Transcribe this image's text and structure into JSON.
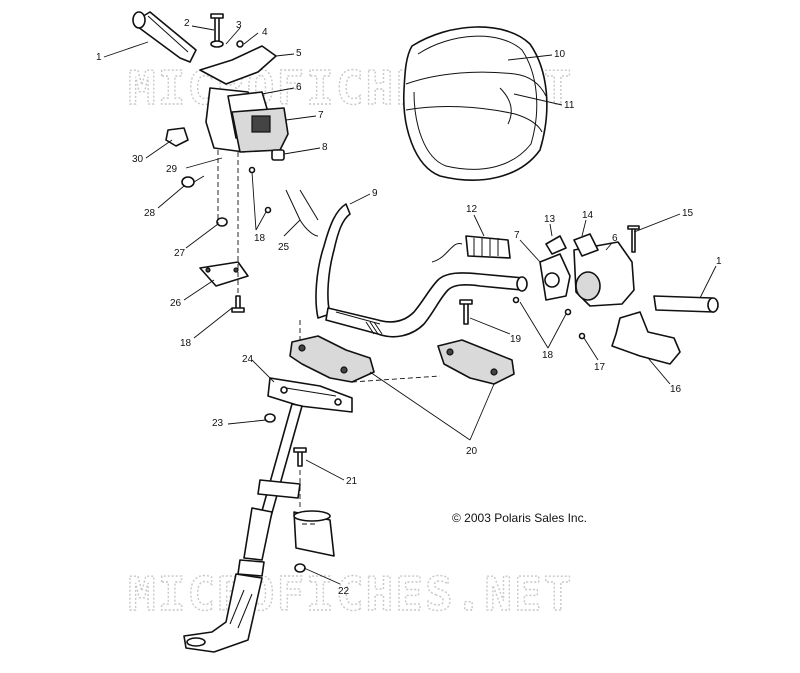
{
  "watermark": {
    "text_top": "MICROFICHES.NET",
    "text_bottom": "MICROFICHES.NET",
    "color": "#c8c8c8"
  },
  "copyright": "© 2003 Polaris Sales Inc.",
  "callouts": {
    "c1_left": "1",
    "c2": "2",
    "c3": "3",
    "c4": "4",
    "c5": "5",
    "c6_left": "6",
    "c7_left": "7",
    "c8": "8",
    "c9": "9",
    "c10": "10",
    "c11": "11",
    "c12": "12",
    "c13": "13",
    "c14": "14",
    "c15": "15",
    "c1_right": "1",
    "c6_right": "6",
    "c7_right": "7",
    "c16": "16",
    "c17": "17",
    "c18_top": "18",
    "c18_right": "18",
    "c18_bottom": "18",
    "c19": "19",
    "c20": "20",
    "c21": "21",
    "c22": "22",
    "c23": "23",
    "c24": "24",
    "c25": "25",
    "c26": "26",
    "c27": "27",
    "c28": "28",
    "c29": "29",
    "c30": "30"
  }
}
